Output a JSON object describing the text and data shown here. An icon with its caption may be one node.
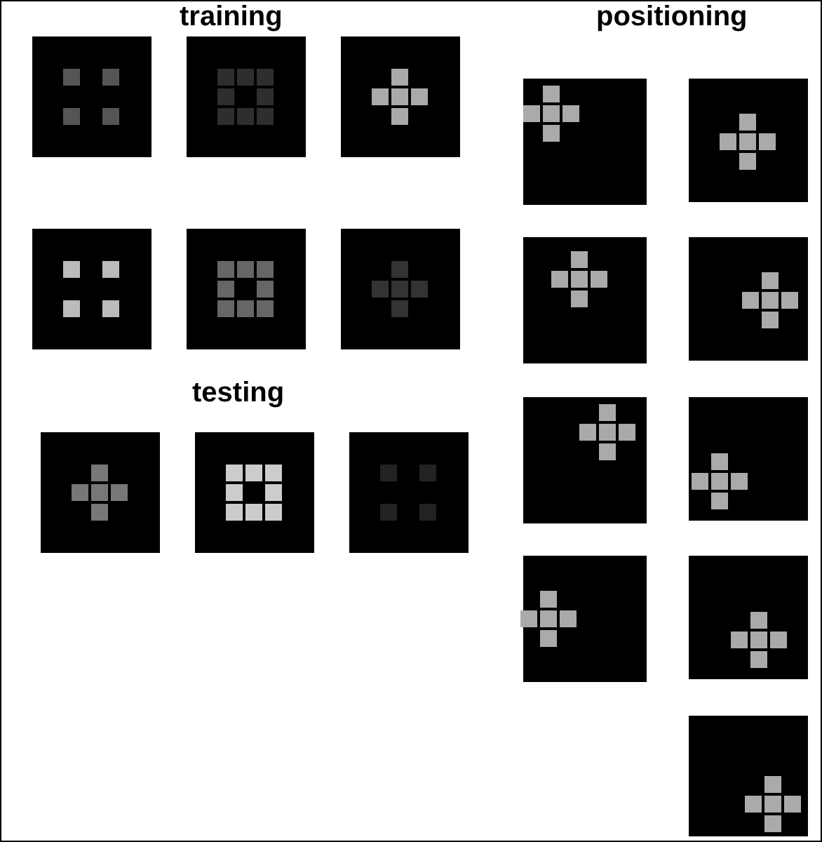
{
  "diagram": {
    "labels": [
      "training",
      "positioning",
      "testing"
    ]
  }
}
